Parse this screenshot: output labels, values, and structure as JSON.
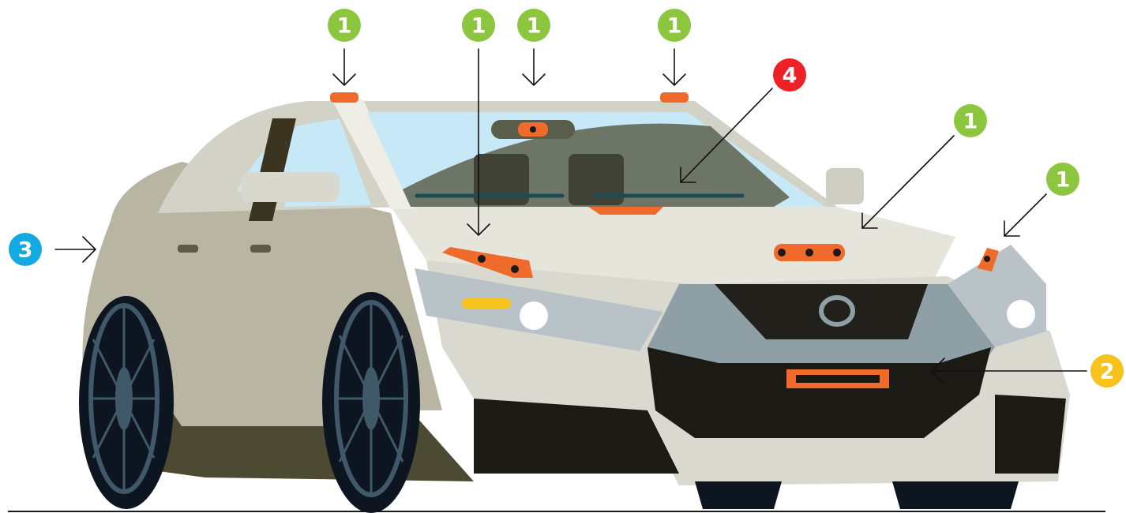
{
  "colors": {
    "sensor_lidar_camera": "#8cc63f",
    "front_radar": "#f7c21b",
    "side_ultrasonic": "#14a9e0",
    "interior_camera": "#ec2227",
    "sensor_hardware": "#ef6a2b",
    "car_body": "#d6d5cb",
    "glass": "#c6e8f7"
  },
  "markers": [
    {
      "id": "m1",
      "label": "1",
      "color": "#8cc63f"
    },
    {
      "id": "m2",
      "label": "1",
      "color": "#8cc63f"
    },
    {
      "id": "m3",
      "label": "1",
      "color": "#8cc63f"
    },
    {
      "id": "m4",
      "label": "1",
      "color": "#8cc63f"
    },
    {
      "id": "m5",
      "label": "1",
      "color": "#8cc63f"
    },
    {
      "id": "m6",
      "label": "1",
      "color": "#8cc63f"
    },
    {
      "id": "m7",
      "label": "2",
      "color": "#f7c21b"
    },
    {
      "id": "m8",
      "label": "3",
      "color": "#14a9e0"
    },
    {
      "id": "m9",
      "label": "4",
      "color": "#ec2227"
    }
  ]
}
